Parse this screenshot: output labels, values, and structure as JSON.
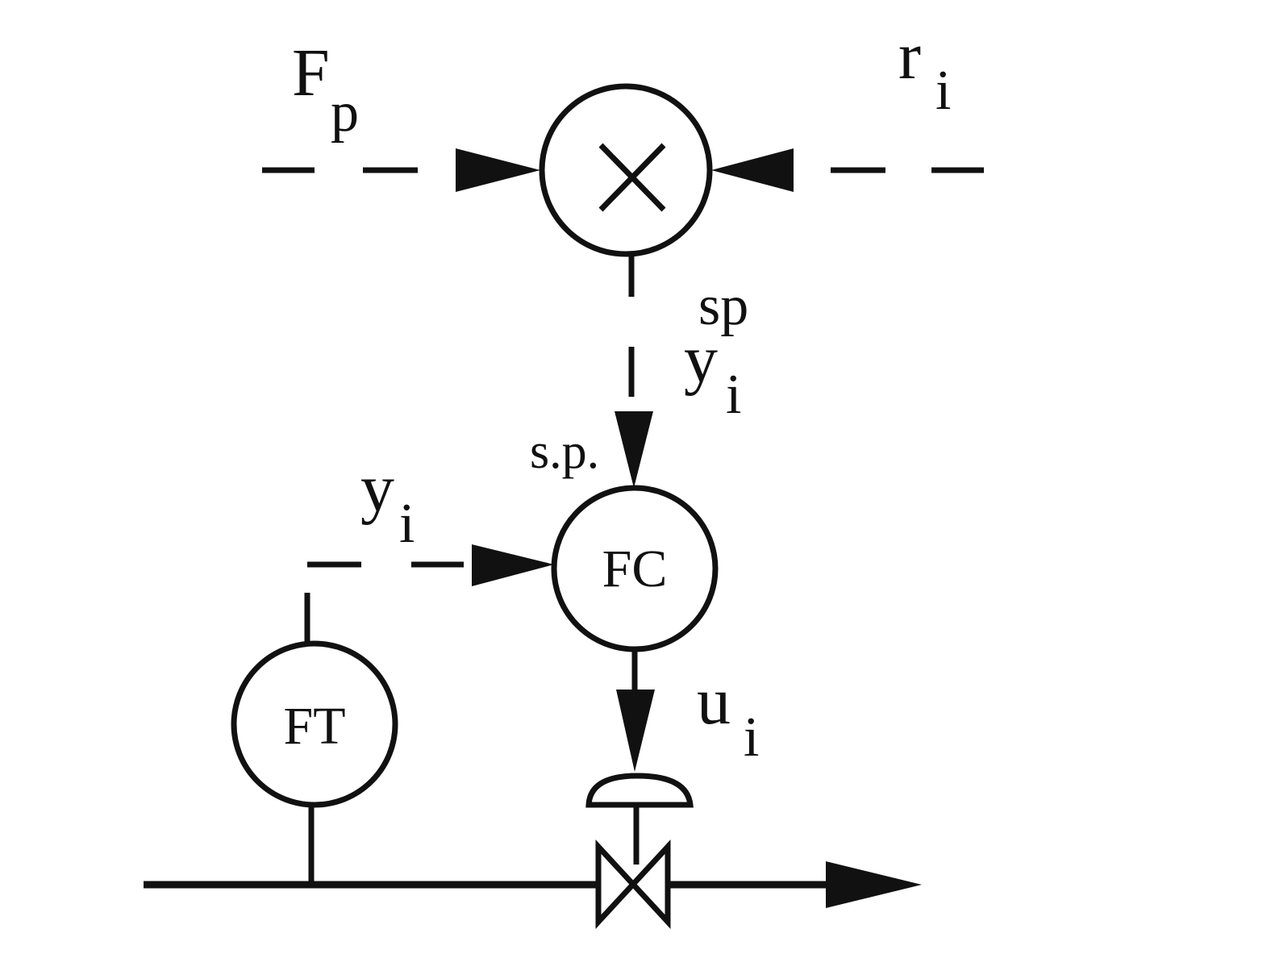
{
  "diagram": {
    "inputs": {
      "left": {
        "base": "F",
        "sub": "p"
      },
      "right": {
        "base": "r",
        "sub": "i"
      }
    },
    "multiplier": {
      "symbol": "×"
    },
    "setpoint_signal": {
      "base": "y",
      "sub": "i",
      "sup": "sp"
    },
    "setpoint_port_label": "s.p.",
    "measurement_signal": {
      "base": "y",
      "sub": "i"
    },
    "controller": {
      "label": "FC"
    },
    "transmitter": {
      "label": "FT"
    },
    "controller_output": {
      "base": "u",
      "sub": "i"
    }
  },
  "colors": {
    "ink": "#111111",
    "background": "#ffffff"
  }
}
